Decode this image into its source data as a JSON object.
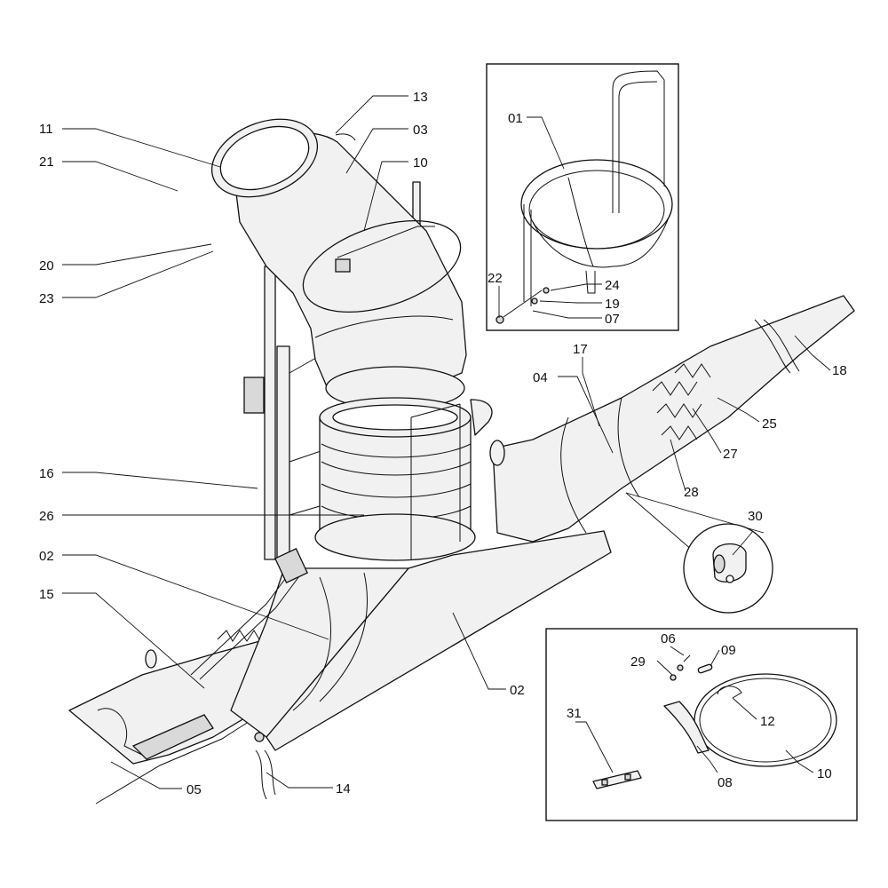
{
  "callouts": {
    "c11": "11",
    "c21": "21",
    "c20": "20",
    "c23": "23",
    "c13": "13",
    "c03": "03",
    "c10_top": "10",
    "c16": "16",
    "c26": "26",
    "c02_left": "02",
    "c15": "15",
    "c05": "05",
    "c14": "14",
    "c02_right": "02",
    "c04": "04",
    "c17": "17",
    "c18": "18",
    "c25": "25",
    "c27": "27",
    "c28": "28",
    "c30": "30",
    "c01": "01",
    "c22": "22",
    "c24": "24",
    "c19": "19",
    "c07": "07",
    "c06": "06",
    "c09": "09",
    "c29": "29",
    "c12": "12",
    "c31": "31",
    "c08": "08",
    "c10_inset": "10"
  }
}
